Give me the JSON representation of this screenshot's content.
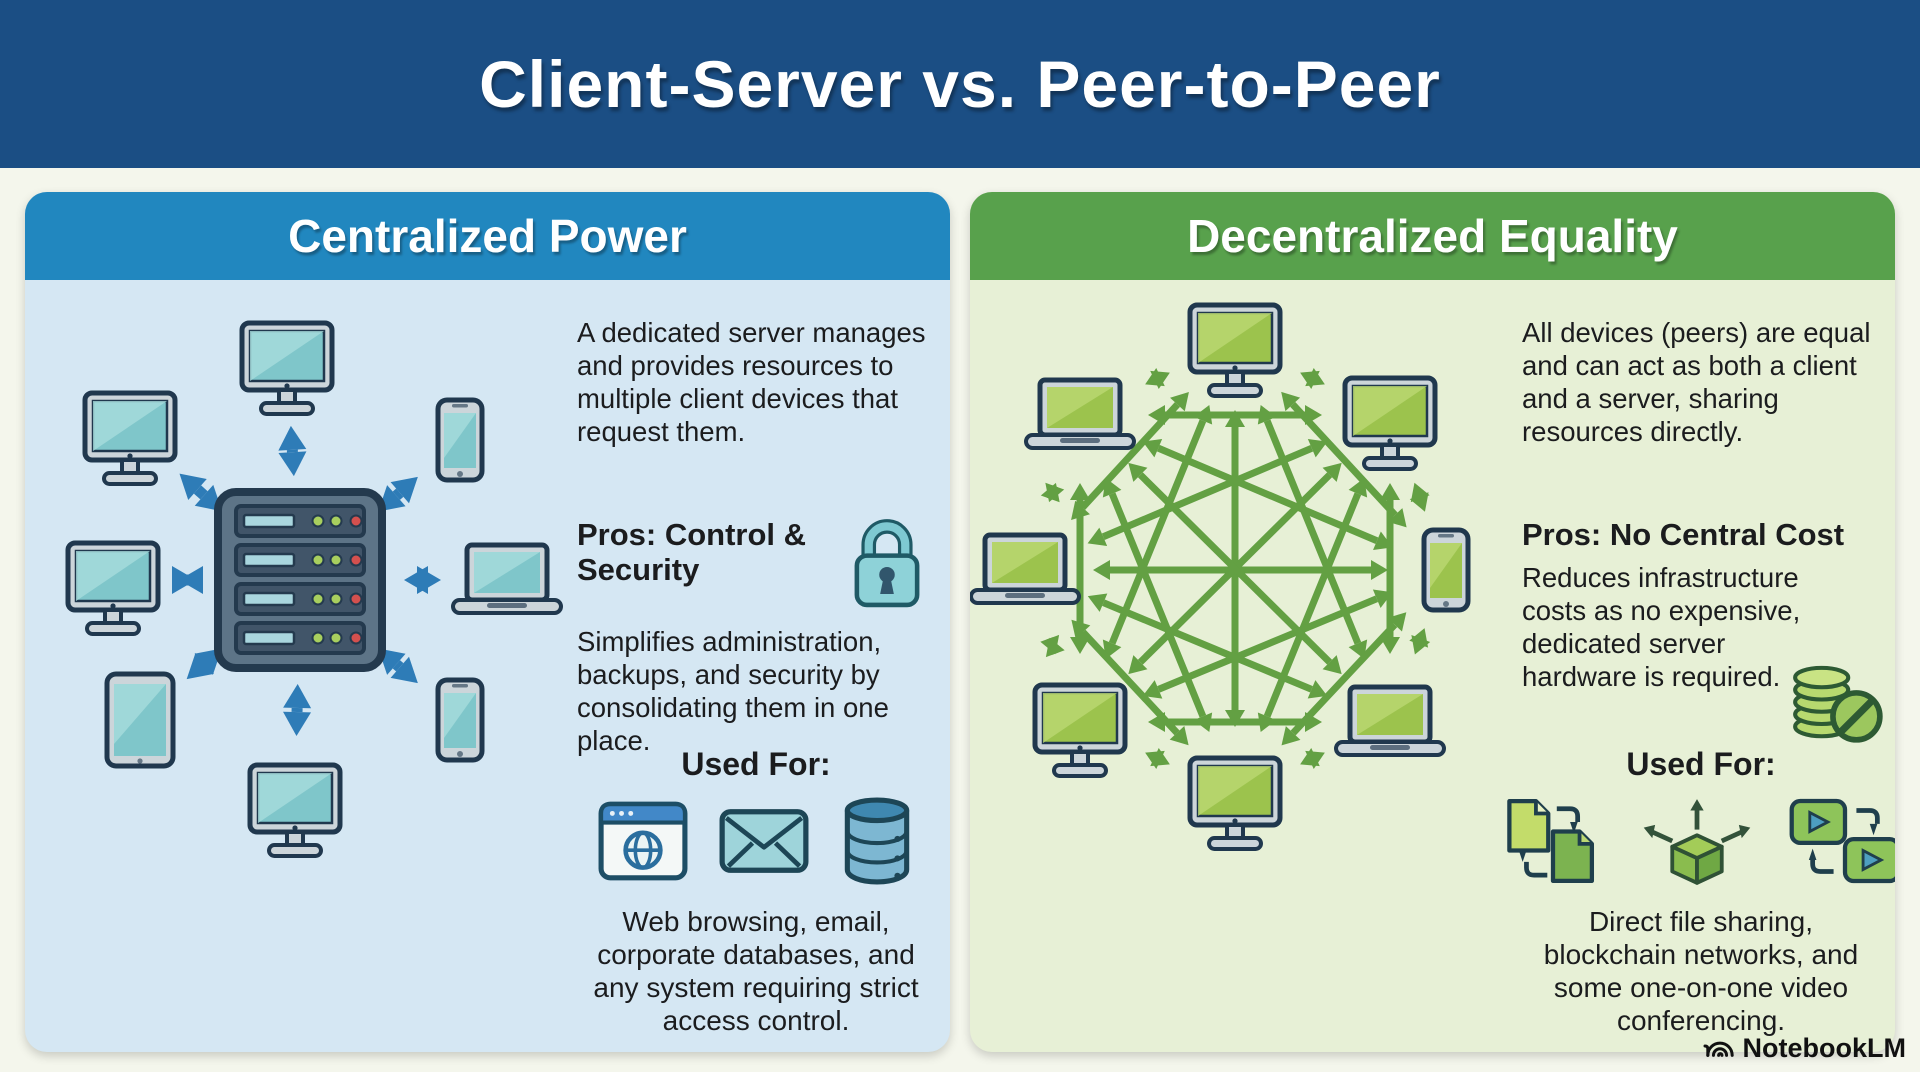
{
  "title": "Client-Server vs. Peer-to-Peer",
  "watermark": "NotebookLM",
  "colors": {
    "banner_bg": "#1b4e84",
    "page_bg": "#f4f6ec",
    "left_accent": "#2187bf",
    "left_panel_bg": "#d5e7f3",
    "left_arrow": "#2e7cb7",
    "left_screen": "#7fc6ca",
    "right_accent": "#58a14c",
    "right_panel_bg": "#e7f0d6",
    "right_arrow": "#63a043",
    "right_screen": "#9cc34d",
    "server_body": "#5d7487",
    "led_green": "#a8cf5e",
    "led_red": "#d4504e"
  },
  "left": {
    "header": "Centralized Power",
    "intro": "A dedicated server manages and provides resources to multiple client devices that request them.",
    "pros_heading": "Pros: Control & Security",
    "pros_body": "Simplifies administration, backups, and security by consolidating them in one place.",
    "used_for": "Used For:",
    "caption": "Web browsing, email, corporate databases, and any system requiring strict access control.",
    "pros_icon": "padlock",
    "used_for_icons": [
      "web-browser",
      "email-envelope",
      "database"
    ],
    "diagram": "central server rack connected by double-headed arrows to 8 client devices (monitors, phones, laptop, tablet)"
  },
  "right": {
    "header": "Decentralized Equality",
    "intro": "All devices (peers) are equal and can act as both a client and a server, sharing resources directly.",
    "pros_heading": "Pros: No Central Cost",
    "pros_body": "Reduces infrastructure costs as no expensive, dedicated server hardware is required.",
    "used_for": "Used For:",
    "caption": "Direct file sharing, blockchain networks, and some one-on-one video conferencing.",
    "pros_icon": "no-cost-coins",
    "used_for_icons": [
      "file-sharing",
      "blockchain-cube",
      "video-sharing"
    ],
    "diagram": "8 peer devices arranged in a ring, fully meshed with green double-headed arrows"
  }
}
